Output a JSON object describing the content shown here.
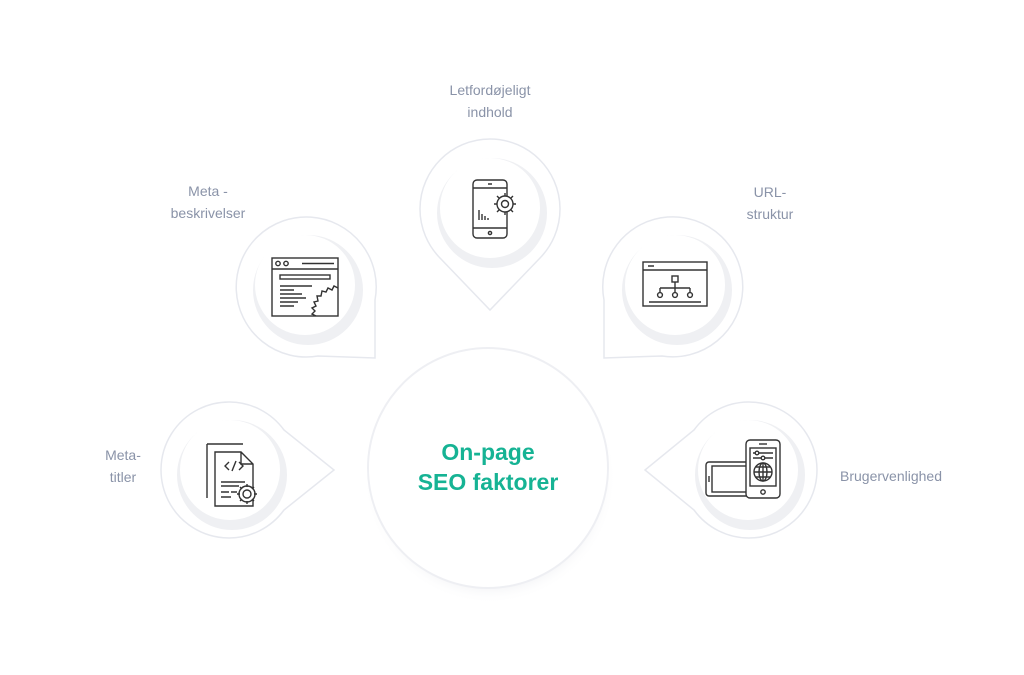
{
  "center": {
    "line1": "On-page",
    "line2": "SEO faktorer",
    "color": "#16b394"
  },
  "factors": [
    {
      "id": "meta-titler",
      "line1": "Meta-",
      "line2": "titler",
      "icon": "code-document-gear-icon"
    },
    {
      "id": "meta-beskrivelser",
      "line1": "Meta -",
      "line2": "beskrivelser",
      "icon": "browser-gear-icon"
    },
    {
      "id": "letfordojeligt-indhold",
      "line1": "Letfordøjeligt",
      "line2": "indhold",
      "icon": "mobile-gear-chart-icon"
    },
    {
      "id": "url-struktur",
      "line1": "URL-",
      "line2": "struktur",
      "icon": "browser-sitemap-icon"
    },
    {
      "id": "brugervenlighed",
      "line1": "Brugervenlighed",
      "line2": "",
      "icon": "devices-globe-icon"
    }
  ],
  "colors": {
    "label": "#8a93a8",
    "pin_stroke": "#e6e8ee",
    "icon_stroke": "#333333"
  }
}
